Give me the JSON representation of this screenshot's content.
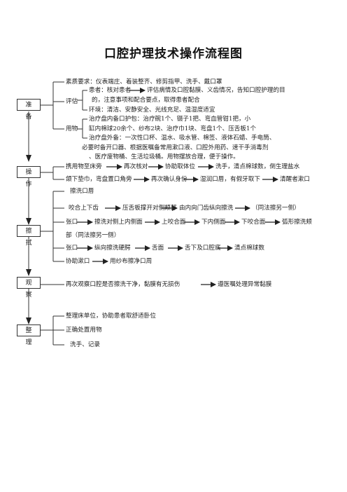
{
  "title": "口腔护理技术操作流程图",
  "prep": {
    "label": "准 备",
    "quality": "素质要求：仪表端庄、着装整齐、修剪指甲、洗手、戴口罩",
    "assess_label": "评估",
    "patient_a": "患者：核对患者",
    "patient_b": "评估病情及口腔黏膜、义齿情况，告知口腔护理的目",
    "patient_c": "的，注意事项和配合要点，取得患者配合",
    "env": "环境：清洁、安静安全、光线充足、温湿度适宜",
    "supplies_label": "用物",
    "inside_a": "治疗盘内备口护包：治疗碗1个、镊子1把、弯血管钳1把，小",
    "inside_b": "缸内棉球20余个、纱布2块、治疗巾1块、弯盘1个、压舌板1个",
    "outside_a": "治疗盘外备：一次性口杯、温水、吸水管、棉签、液体石蜡、手电筒、",
    "outside_b": "必要时备开口器、根据医嘱备常用漱口液、口腔外用药、速干手消毒剂",
    "outside_c": "、医疗废物桶、生活垃圾桶。用物摆放合理，便于操作。"
  },
  "operate": {
    "label": "操 作",
    "l1_a": "携用物至床旁",
    "l1_b": "再次核对",
    "l1_c": "协助取体位",
    "l1_d": "洗手，清点棉球数，倒生理盐水",
    "l2_a": "颌下垫巾，弯盘置口角旁",
    "l2_b": "再次确认身份",
    "l2_c": "湿润口唇，有假牙取下",
    "l2_d": "清醒者漱口"
  },
  "wipe": {
    "label": "擦 拭",
    "heading": "擦洗口唇",
    "r1_a": "咬合上下齿",
    "r1_b": "压舌板撑开对侧颊部",
    "r1_c": "由内向门齿纵向擦洗",
    "r1_d": "（同法擦另一侧）",
    "r2_a": "张口",
    "r2_b": "擦洗对侧上内侧面",
    "r2_c": "上咬合面",
    "r2_d": "下内侧面",
    "r2_e": "下咬合面",
    "r2_f": "弧形擦洗颊",
    "r3": "部（同法擦另一侧）",
    "r4_a": "张口",
    "r4_b": "纵向擦洗硬腭",
    "r4_c": "舌面",
    "r4_d": "舌下及口腔底",
    "r4_e": "清点棉球数",
    "r5_a": "协助漱口",
    "r5_b": "用纱布擦净口周"
  },
  "observe": {
    "label": "观 察",
    "text": "再次观察口腔是否擦洗干净，黏膜有无损伤",
    "text_b": "遵医嘱处理异常黏膜"
  },
  "finish": {
    "label": "整 理",
    "i1": "整理床单位，协助患者取舒适卧位",
    "i2": "正确处置用物",
    "i3": "洗手、记录"
  }
}
